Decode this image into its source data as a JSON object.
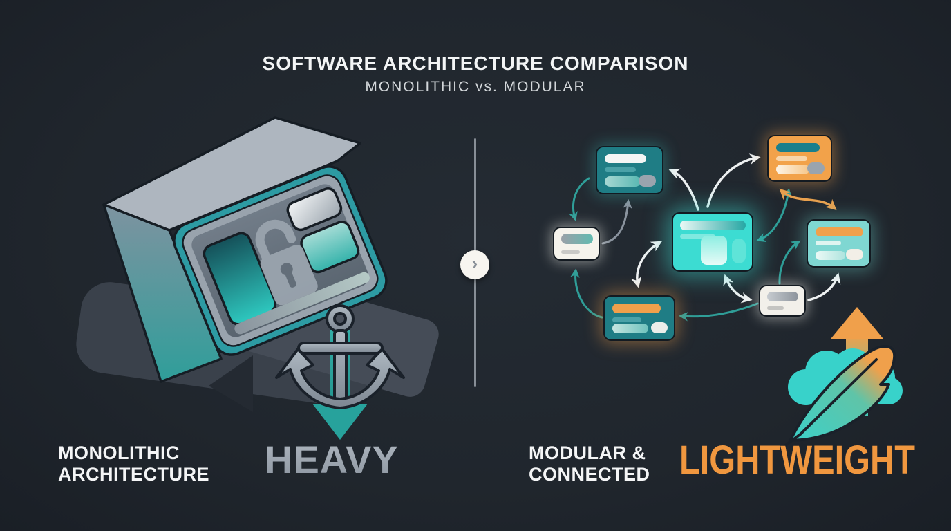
{
  "title": {
    "main": "SOFTWARE ARCHITECTURE COMPARISON",
    "subtitle": "MONOLITHIC vs. MODULAR"
  },
  "divider": {
    "chevron": "›"
  },
  "left_panel": {
    "label_line1": "MONOLITHIC",
    "label_line2": "ARCHITECTURE",
    "keyword": "HEAVY",
    "icons": [
      "monolith-block-icon",
      "padlock-icon",
      "anchor-icon",
      "down-arrow-icon"
    ]
  },
  "right_panel": {
    "label_line1": "MODULAR &",
    "label_line2": "CONNECTED",
    "keyword": "LIGHTWEIGHT",
    "icons": [
      "module-network-icon",
      "cloud-icon",
      "feather-icon",
      "up-arrow-icon"
    ],
    "modules": [
      {
        "id": "module-1",
        "variant": "teal-dark"
      },
      {
        "id": "module-2",
        "variant": "orange"
      },
      {
        "id": "module-3",
        "variant": "white"
      },
      {
        "id": "module-4",
        "variant": "cyan-bright"
      },
      {
        "id": "module-5",
        "variant": "teal-light"
      },
      {
        "id": "module-6",
        "variant": "teal-dark-orange"
      },
      {
        "id": "module-7",
        "variant": "white"
      }
    ]
  },
  "colors": {
    "background": "#20262d",
    "teal": "#2f9e98",
    "cyan_bright": "#3cdcd2",
    "orange": "#f0a04b",
    "gray": "#9aa3ad",
    "text_white": "#f3f5f6",
    "heavy_text": "#98a1ab",
    "lightweight_text": "#f0973f"
  }
}
